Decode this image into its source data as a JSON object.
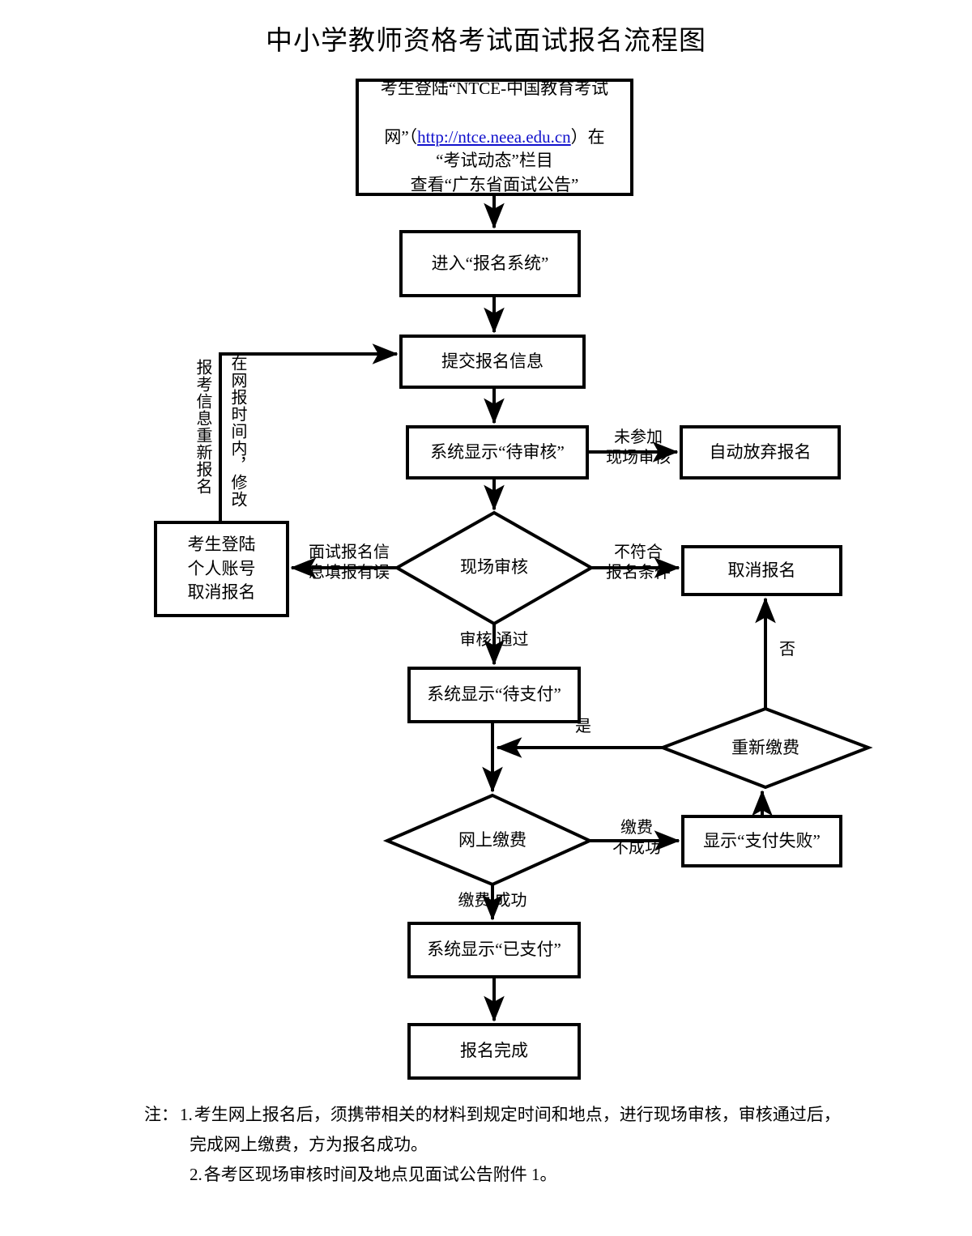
{
  "page": {
    "title": "中小学教师资格考试面试报名流程图"
  },
  "nodes": {
    "start": {
      "line1": "考生登陆“NTCE-中国教育考试",
      "line2_pre": "网”（",
      "url": "http://ntce.neea.edu.cn",
      "line2_post": "）在",
      "line3": "“考试动态”栏目",
      "line4": "查看“广东省面试公告”"
    },
    "enter_system": "进入“报名系统”",
    "submit_info": "提交报名信息",
    "pending_review": "系统显示“待审核”",
    "auto_abandon": "自动放弃报名",
    "onsite_review": "现场审核",
    "candidate_cancel": "考生登陆\n个人账号\n取消报名",
    "cancel_registration": "取消报名",
    "pending_payment": "系统显示“待支付”",
    "repay": "重新缴费",
    "online_payment": "网上缴费",
    "payment_failed": "显示“支付失败”",
    "paid": "系统显示“已支付”",
    "done": "报名完成"
  },
  "edge_labels": {
    "no_onsite_review": "未参加\n现场审核",
    "not_qualified": "不符合\n报名条件",
    "info_error": "面试报名信\n息填报有误",
    "review_passed": "审核  通过",
    "repay_yes": "是",
    "repay_no": "否",
    "payment_failed_label": "缴费\n不成功",
    "payment_success_label": "缴费  成功"
  },
  "vertical_labels": {
    "reapply": "报考信息重新报名",
    "modify_in_window": "在网报时间内，修改"
  },
  "notes": {
    "prefix": "注：",
    "item1_number": "1.",
    "item1_line1": "考生网上报名后，须携带相关的材料到规定时间和地点，进行现场审核，审核通过后，",
    "item1_line2": "完成网上缴费，方为报名成功。",
    "item2_number": "2.",
    "item2_line1": "各考区现场审核时间及地点见面试公告附件 1。"
  },
  "colors": {
    "stroke": "#000000",
    "background": "#ffffff",
    "link": "#1111cc"
  }
}
